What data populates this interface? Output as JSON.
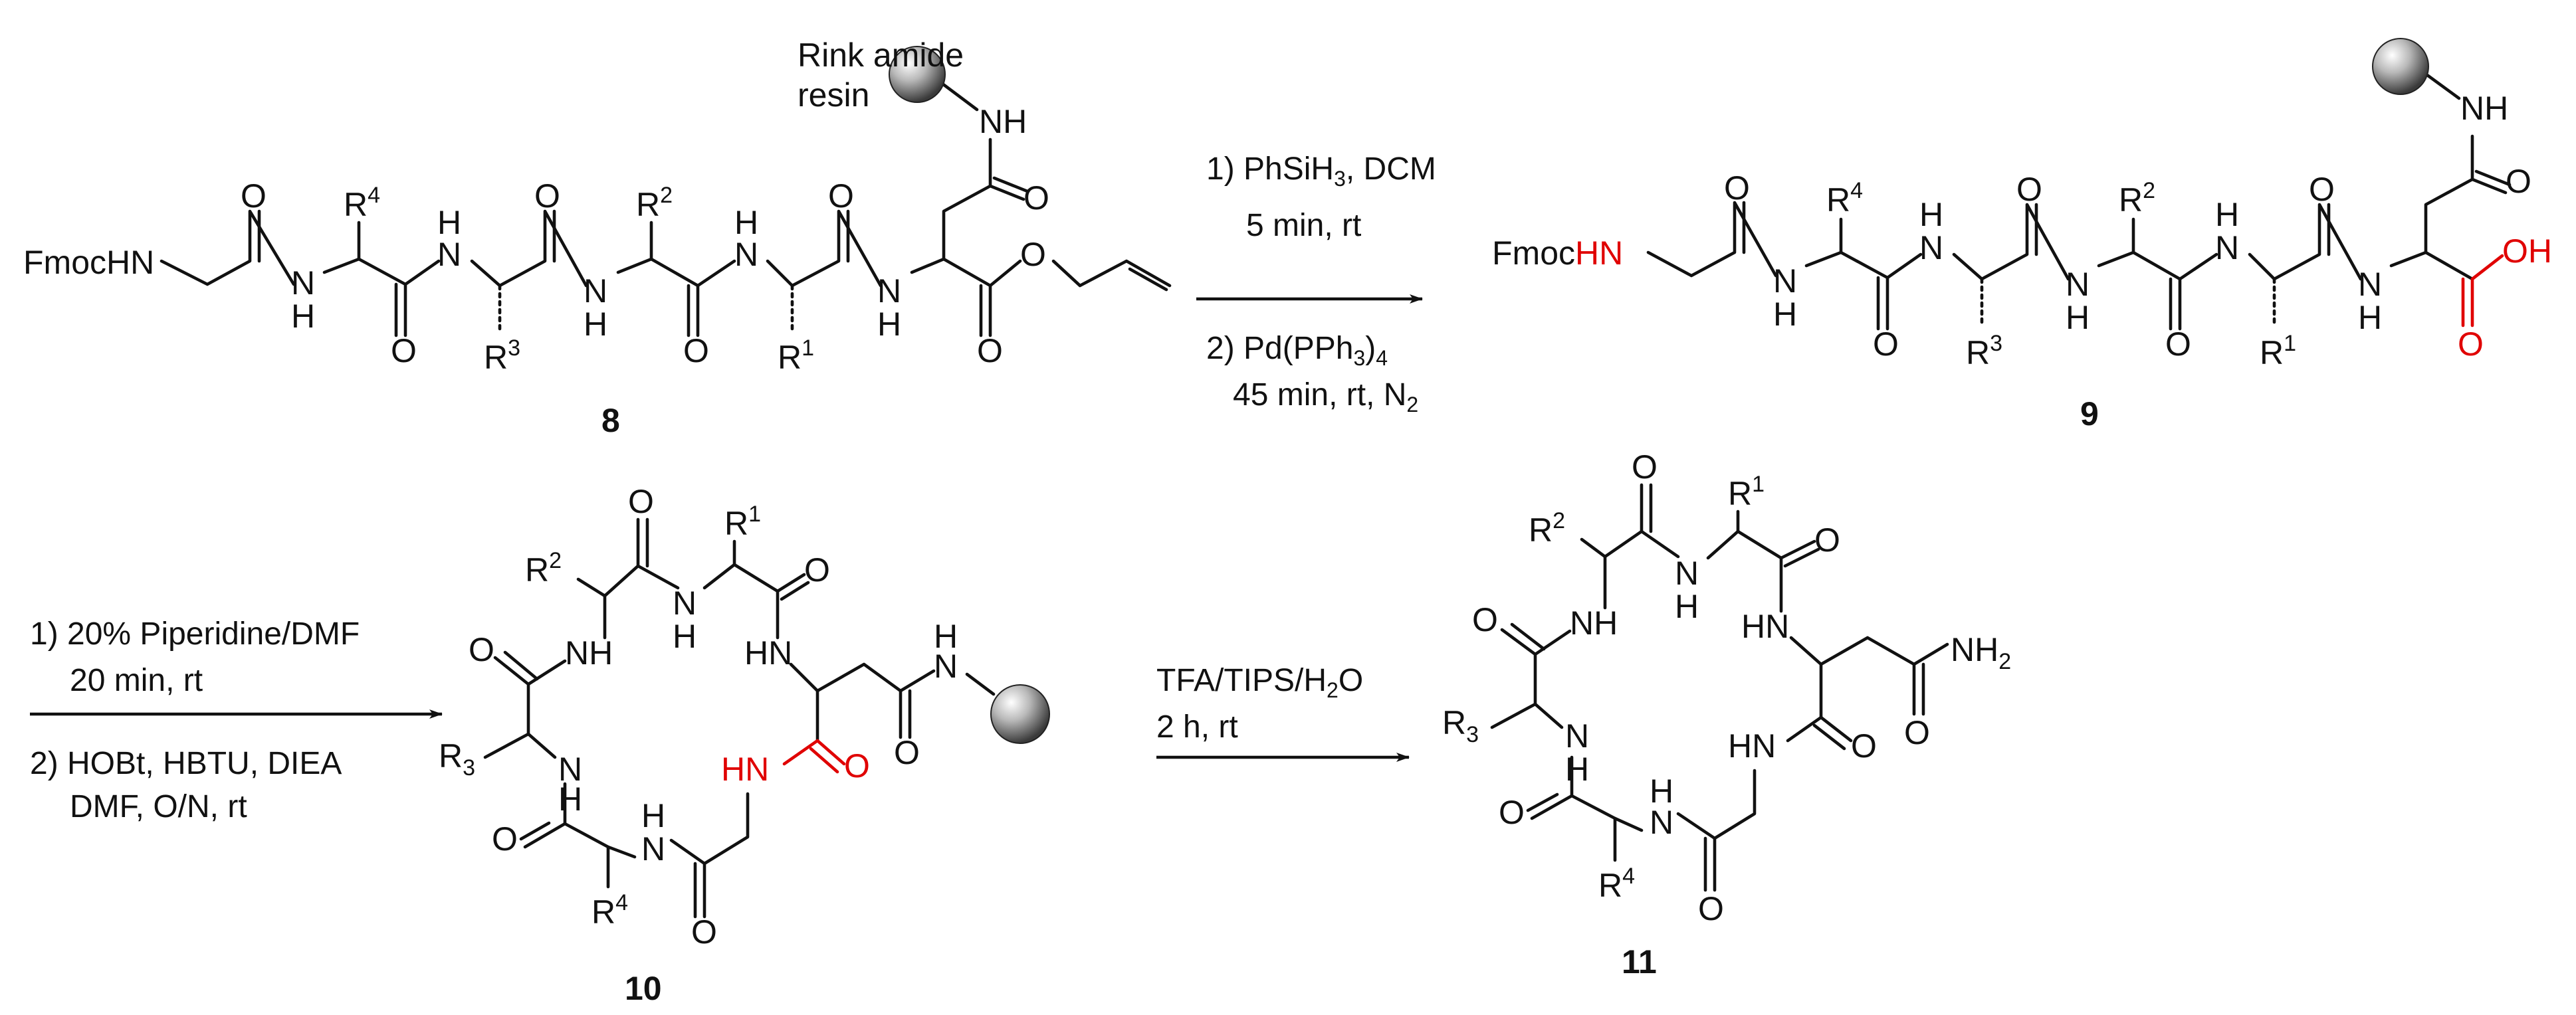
{
  "compounds": {
    "c8": {
      "label": "8",
      "fmoc": "FmocHN",
      "resin_label_line1": "Rink amide",
      "resin_label_line2": "resin",
      "r1": "R",
      "r1_sup": "1",
      "r2": "R",
      "r2_sup": "2",
      "r3": "R",
      "r3_sup": "3",
      "r4": "R",
      "r4_sup": "4",
      "nh": "NH",
      "n": "N",
      "h": "H",
      "o": "O"
    },
    "c9": {
      "label": "9",
      "fmoc": "Fmoc",
      "hn_red": "HN",
      "oh_red": "OH",
      "o_red": "O",
      "r1": "R",
      "r1_sup": "1",
      "r2": "R",
      "r2_sup": "2",
      "r3": "R",
      "r3_sup": "3",
      "r4": "R",
      "r4_sup": "4",
      "nh": "NH",
      "n": "N",
      "h": "H",
      "o": "O"
    },
    "c10": {
      "label": "10",
      "hn_red": "HN",
      "o_red": "O",
      "r1": "R",
      "r1_sup": "1",
      "r2": "R",
      "r2_sup": "2",
      "r3": "R",
      "r3_sub": "3",
      "r4": "R",
      "r4_sup": "4",
      "nh": "NH",
      "n": "N",
      "h": "H",
      "hn": "HN",
      "o": "O"
    },
    "c11": {
      "label": "11",
      "nh2": "NH",
      "nh2_sub": "2",
      "r1": "R",
      "r1_sup": "1",
      "r2": "R",
      "r2_sup": "2",
      "r3": "R",
      "r3_sub": "3",
      "r4": "R",
      "r4_sup": "4",
      "nh": "NH",
      "n": "N",
      "h": "H",
      "hn": "HN",
      "o": "O"
    }
  },
  "steps": {
    "step1": {
      "line1": "1) PhSiH",
      "line1_sub": "3",
      "line1_tail": ", DCM",
      "line2": "5 min, rt",
      "line3": "2) Pd(PPh",
      "line3_sub": "3",
      "line3_tail": ")",
      "line3_sub2": "4",
      "line4": "45 min, rt, N",
      "line4_sub": "2"
    },
    "step2": {
      "line1": "1) 20% Piperidine/DMF",
      "line2": "20 min, rt",
      "line3": "2) HOBt, HBTU, DIEA",
      "line4": "DMF,  O/N, rt"
    },
    "step3": {
      "line1": "TFA/TIPS/H",
      "line1_sub": "2",
      "line1_tail": "O",
      "line2": "2 h, rt"
    }
  },
  "colors": {
    "highlight": "#e00000",
    "ink": "#111111"
  }
}
